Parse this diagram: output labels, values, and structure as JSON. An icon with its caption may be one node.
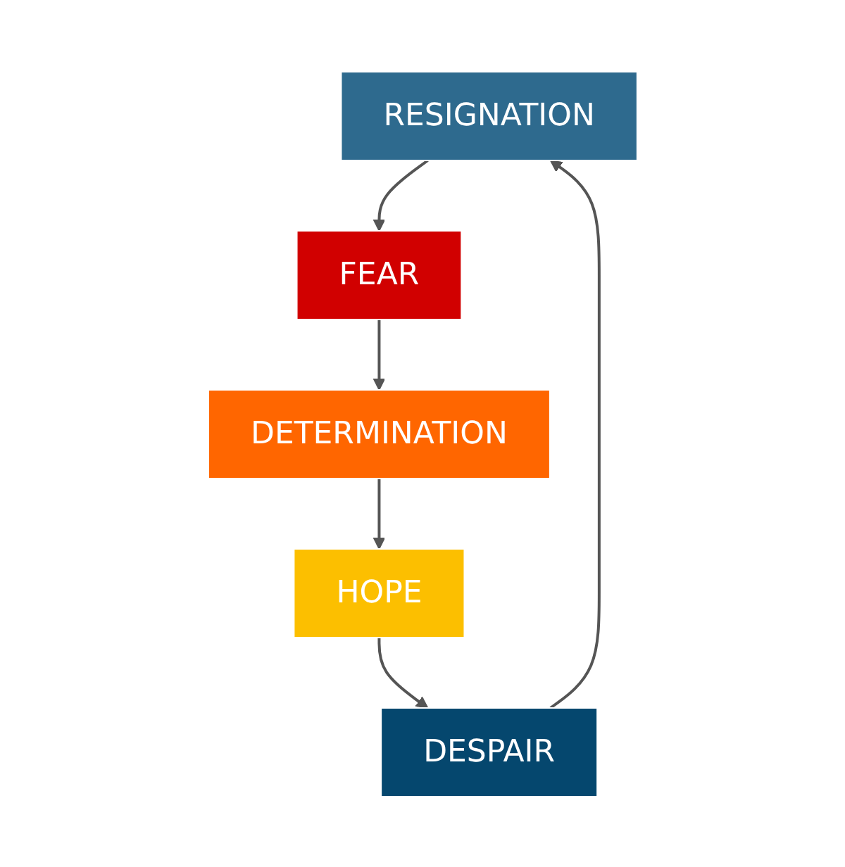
{
  "diagram": {
    "nodes": [
      {
        "text": [
          "RESIGNATION"
        ]
      },
      {
        "text": [
          "FEAR"
        ]
      },
      {
        "text": [
          "DETERMINATION"
        ]
      },
      {
        "text": [
          "HOPE"
        ]
      },
      {
        "text": [
          "DESPAIR"
        ]
      }
    ],
    "edges": [
      {
        "from": 0,
        "to": 1,
        "arrow": "to"
      },
      {
        "from": 1,
        "to": 2,
        "arrow": "to"
      },
      {
        "from": 2,
        "to": 3,
        "arrow": "to"
      },
      {
        "from": 3,
        "to": 4,
        "arrow": "to"
      },
      {
        "from": 4,
        "to": 0,
        "arrow": "to"
      }
    ]
  }
}
